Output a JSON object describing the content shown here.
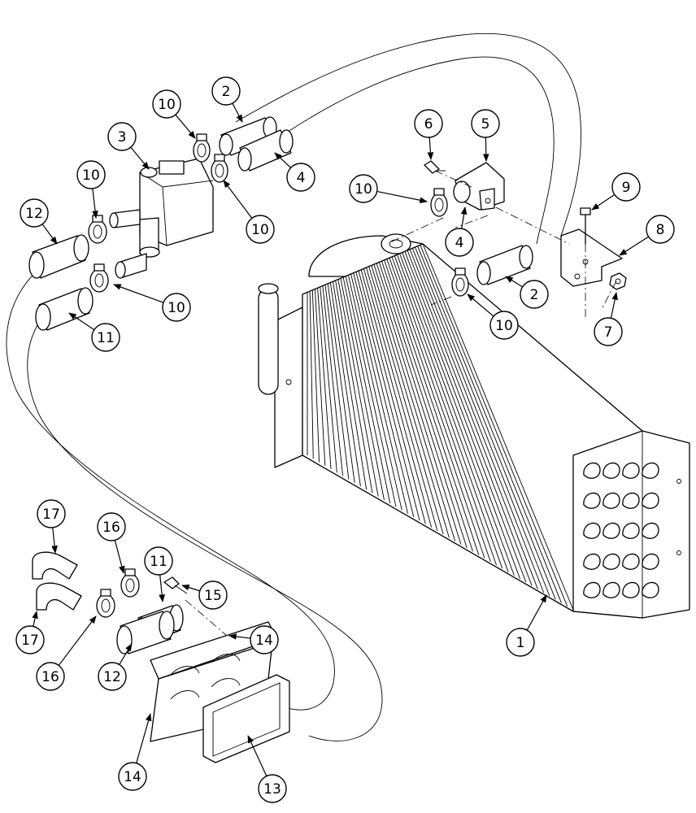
{
  "callouts": [
    {
      "id": "c1",
      "label": "1"
    },
    {
      "id": "c2a",
      "label": "2"
    },
    {
      "id": "c2b",
      "label": "2"
    },
    {
      "id": "c3",
      "label": "3"
    },
    {
      "id": "c4a",
      "label": "4"
    },
    {
      "id": "c4b",
      "label": "4"
    },
    {
      "id": "c5",
      "label": "5"
    },
    {
      "id": "c6",
      "label": "6"
    },
    {
      "id": "c7",
      "label": "7"
    },
    {
      "id": "c8",
      "label": "8"
    },
    {
      "id": "c9",
      "label": "9"
    },
    {
      "id": "c10a",
      "label": "10"
    },
    {
      "id": "c10b",
      "label": "10"
    },
    {
      "id": "c10c",
      "label": "10"
    },
    {
      "id": "c10d",
      "label": "10"
    },
    {
      "id": "c10e",
      "label": "10"
    },
    {
      "id": "c10f",
      "label": "10"
    },
    {
      "id": "c11a",
      "label": "11"
    },
    {
      "id": "c11b",
      "label": "11"
    },
    {
      "id": "c12a",
      "label": "12"
    },
    {
      "id": "c12b",
      "label": "12"
    },
    {
      "id": "c13",
      "label": "13"
    },
    {
      "id": "c14a",
      "label": "14"
    },
    {
      "id": "c14b",
      "label": "14"
    },
    {
      "id": "c15",
      "label": "15"
    },
    {
      "id": "c16a",
      "label": "16"
    },
    {
      "id": "c16b",
      "label": "16"
    },
    {
      "id": "c17a",
      "label": "17"
    },
    {
      "id": "c17b",
      "label": "17"
    }
  ]
}
